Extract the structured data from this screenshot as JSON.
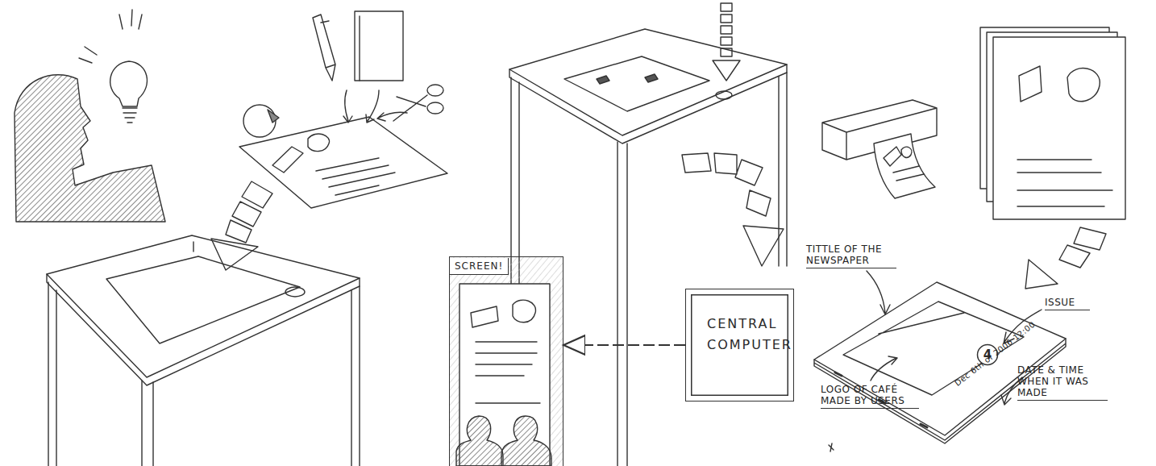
{
  "diagram": {
    "nodes": [
      {
        "text": [
          "SCREEN!"
        ]
      },
      {
        "text": [
          "CENTRAL COMPUTER"
        ]
      },
      {
        "text": [
          "4"
        ]
      }
    ],
    "edges": [
      {
        "from": 1,
        "to": 0,
        "arrow": "to"
      }
    ],
    "labels": [
      "TITTLE OF THE NEWSPAPER",
      "ISSUE",
      "LOGO OF CAFÉ MADE BY USERS",
      "DATE & TIME WHEN IT WAS MADE",
      "Dec 6th of 2006 12:00"
    ]
  }
}
